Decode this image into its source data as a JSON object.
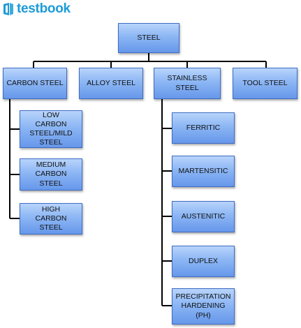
{
  "brand": {
    "name": "testbook",
    "color": "#1d9bd7",
    "icon": "testbook-logo-icon"
  },
  "colors": {
    "box_top": "#b8d4fb",
    "box_bottom": "#6697ea",
    "box_border": "#3e6cc4",
    "connector": "#000000"
  },
  "diagram": {
    "root": "STEEL",
    "categories": {
      "carbon": "CARBON STEEL",
      "alloy": "ALLOY STEEL",
      "stainless": "STAINLESS STEEL",
      "tool": "TOOL STEEL"
    },
    "carbon_children": {
      "low": "LOW CARBON STEEL/MILD STEEL",
      "medium": "MEDIUM CARBON STEEL",
      "high": "HIGH CARBON STEEL"
    },
    "stainless_children": {
      "ferritic": "FERRITIC",
      "martensitic": "MARTENSITIC",
      "austenitic": "AUSTENITIC",
      "duplex": "DUPLEX",
      "precipitation": "PRECIPITATION HARDENING (PH)"
    }
  }
}
